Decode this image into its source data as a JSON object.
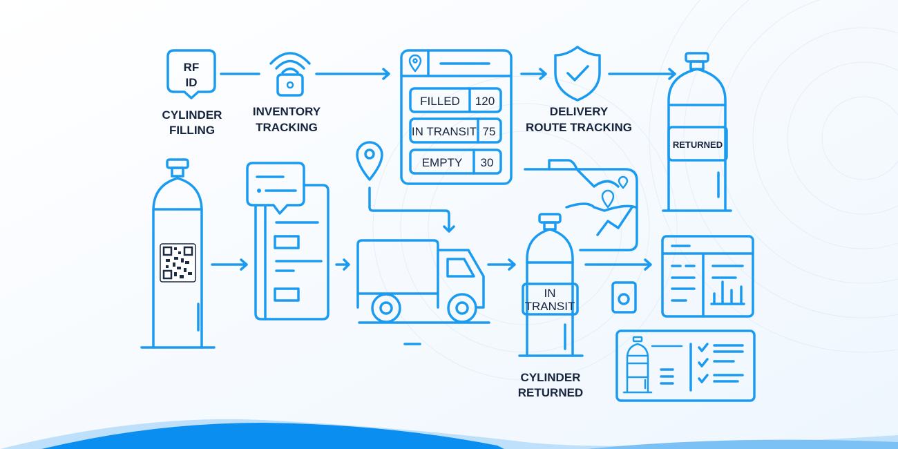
{
  "colors": {
    "accent": "#1a9bf0",
    "text": "#15233d",
    "wave": "#0a8ef0"
  },
  "steps": {
    "rfid_tag": {
      "line1": "RF",
      "line2": "ID"
    },
    "cylinder_filling": {
      "line1": "CYLINDER",
      "line2": "FILLING"
    },
    "inventory_tracking": {
      "line1": "INVENTORY",
      "line2": "TRACKING"
    },
    "delivery_route_tracking": {
      "line1": "DELIVERY",
      "line2": "ROUTE TRACKING"
    },
    "cylinder_returned": {
      "line1": "CYLINDER",
      "line2": "RETURNED"
    }
  },
  "inventory_panel": {
    "rows": [
      {
        "label": "FILLED",
        "value": "120"
      },
      {
        "label": "IN TRANSIT",
        "value": "75"
      },
      {
        "label": "EMPTY",
        "value": "30"
      }
    ]
  },
  "cylinder_labels": {
    "returned": "RETURNED",
    "in_transit_line1": "IN",
    "in_transit_line2": "TRANSIT"
  }
}
